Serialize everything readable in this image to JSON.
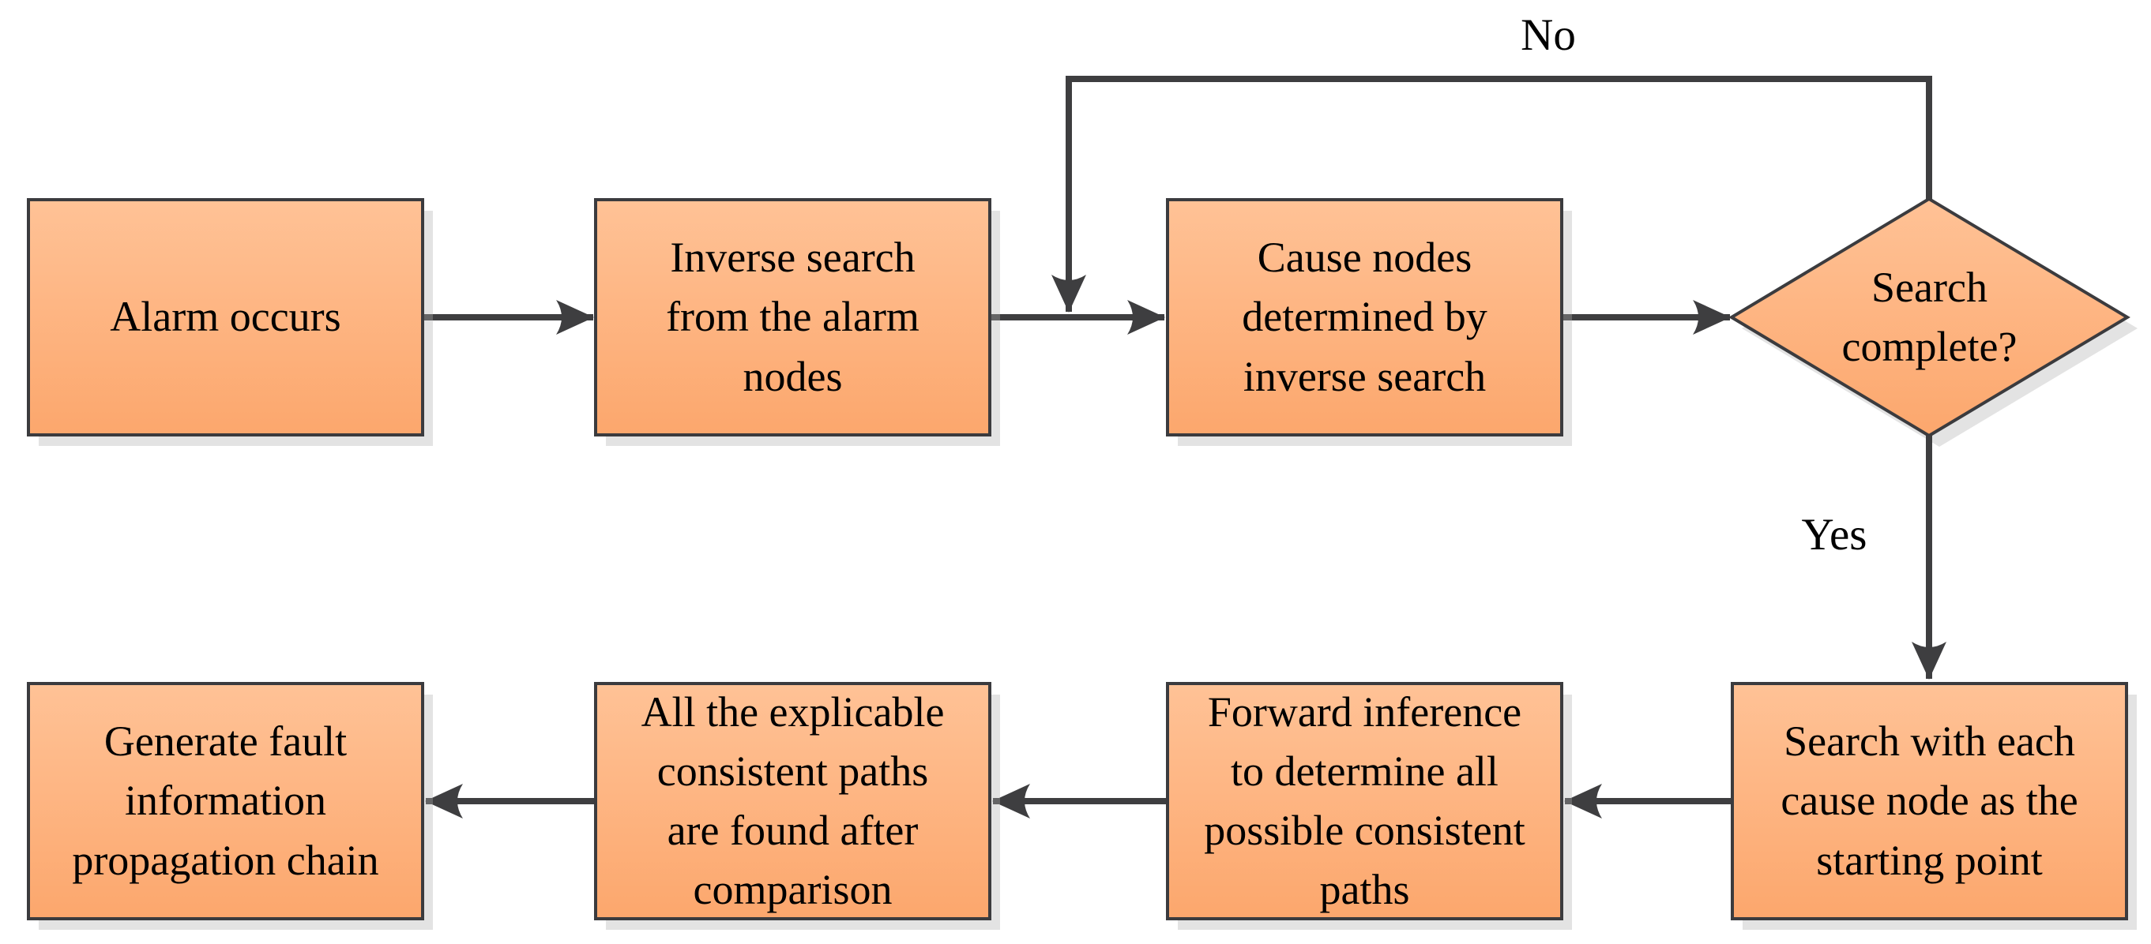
{
  "diagram_type": "flowchart",
  "nodes": {
    "alarm": {
      "label": "Alarm occurs",
      "shape": "rect"
    },
    "inverse_search": {
      "label": "Inverse search\nfrom the alarm\nnodes",
      "shape": "rect"
    },
    "cause_nodes": {
      "label": "Cause nodes\ndetermined by\ninverse search",
      "shape": "rect"
    },
    "decision": {
      "label": "Search\ncomplete?",
      "shape": "diamond"
    },
    "search_each": {
      "label": "Search with each\ncause node as the\nstarting point",
      "shape": "rect"
    },
    "forward_inference": {
      "label": "Forward inference\nto determine all\npossible consistent\npaths",
      "shape": "rect"
    },
    "explicable_paths": {
      "label": "All the explicable\nconsistent paths\nare found after\ncomparison",
      "shape": "rect"
    },
    "generate_chain": {
      "label": "Generate fault\ninformation\npropagation chain",
      "shape": "rect"
    }
  },
  "edges": [
    {
      "from": "alarm",
      "to": "inverse_search",
      "label": ""
    },
    {
      "from": "inverse_search",
      "to": "cause_nodes",
      "label": ""
    },
    {
      "from": "cause_nodes",
      "to": "decision",
      "label": ""
    },
    {
      "from": "decision",
      "to": "cause_nodes",
      "label": "No"
    },
    {
      "from": "decision",
      "to": "search_each",
      "label": "Yes"
    },
    {
      "from": "search_each",
      "to": "forward_inference",
      "label": ""
    },
    {
      "from": "forward_inference",
      "to": "explicable_paths",
      "label": ""
    },
    {
      "from": "explicable_paths",
      "to": "generate_chain",
      "label": ""
    }
  ],
  "colors": {
    "node_fill_top": "#FFC296",
    "node_fill_bottom": "#FCA76D",
    "node_border": "#3B3B3E",
    "arrow": "#3E3E40",
    "shadow": "rgba(175,175,175,0.35)",
    "background": "#FFFFFF",
    "text": "#000000"
  }
}
